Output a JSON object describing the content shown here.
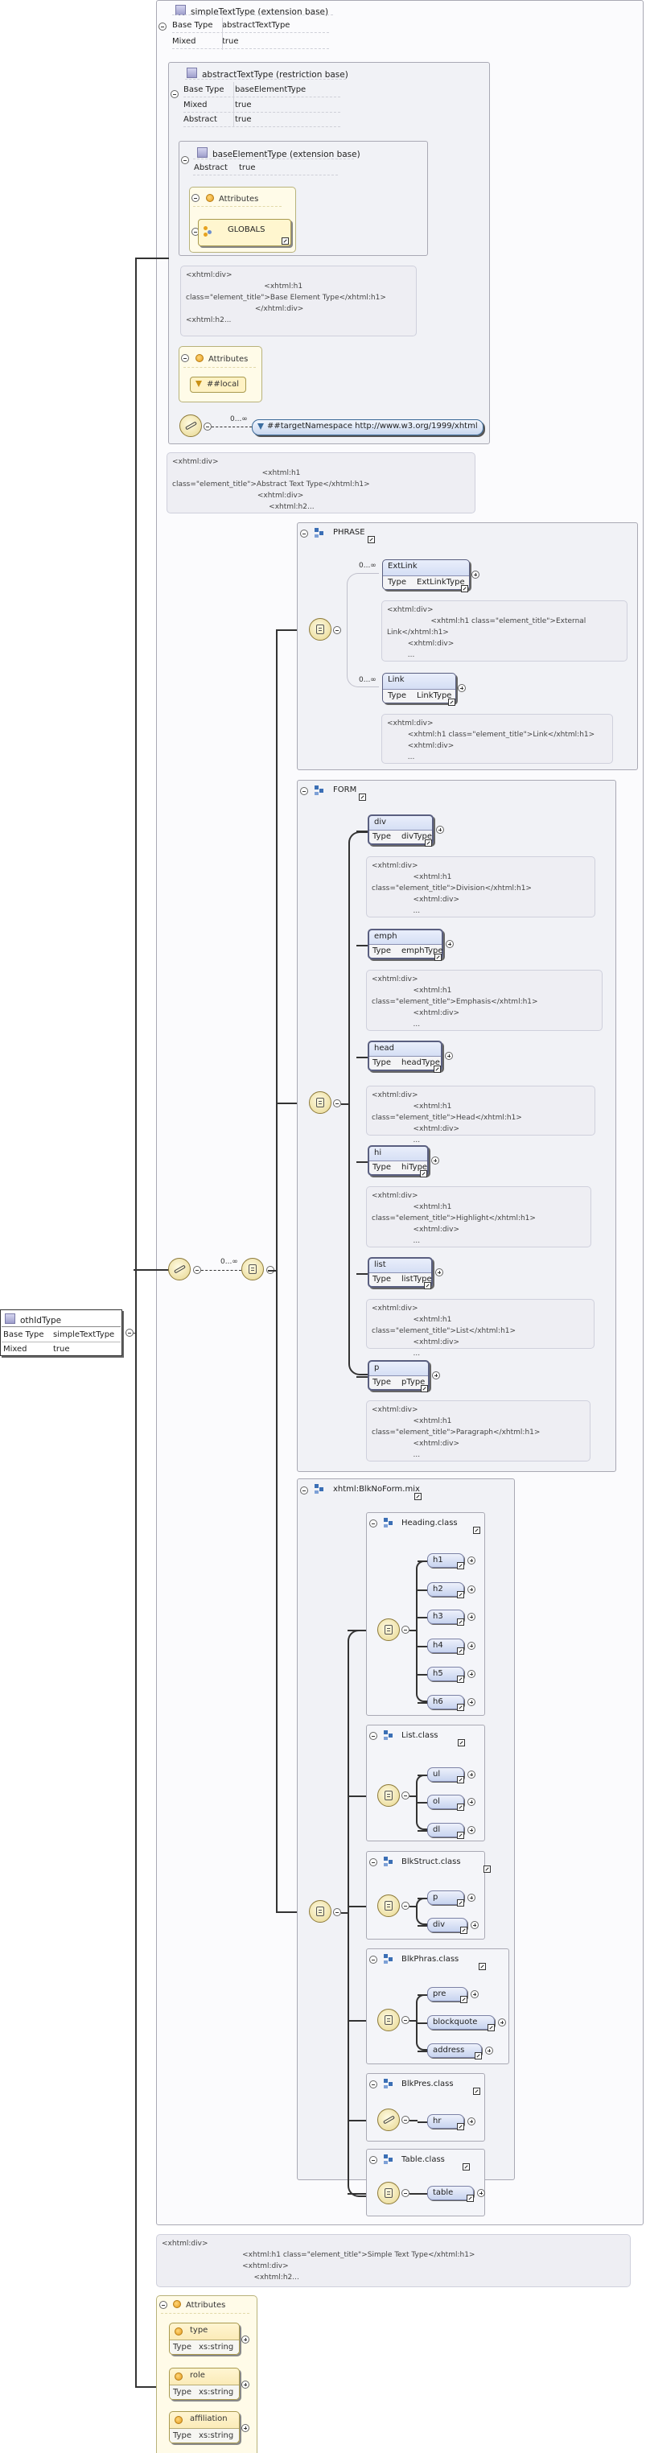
{
  "root": {
    "name": "othIdType",
    "base_type_label": "Base Type",
    "base_type": "simpleTextType",
    "mixed_label": "Mixed",
    "mixed": "true"
  },
  "simpleTextType": {
    "title": "simpleTextType (extension base)",
    "base_type_label": "Base Type",
    "base_type": "abstractTextType",
    "mixed_label": "Mixed",
    "mixed": "true"
  },
  "abstractTextType": {
    "title": "abstractTextType (restriction base)",
    "base_type_label": "Base Type",
    "base_type": "baseElementType",
    "mixed_label": "Mixed",
    "mixed": "true",
    "abstract_label": "Abstract",
    "abstract": "true"
  },
  "baseElementType": {
    "title": "baseElementType (extension base)",
    "abstract_label": "Abstract",
    "abstract": "true",
    "attributes_label": "Attributes",
    "globals": "GLOBALS"
  },
  "docs": {
    "base": "<xhtml:div>\n                                  <xhtml:h1\nclass=\"element_title\">Base Element Type</xhtml:h1>\n                              </xhtml:div>\n<xhtml:h2...",
    "abstract": "<xhtml:div>\n                                       <xhtml:h1\nclass=\"element_title\">Abstract Text Type</xhtml:h1>\n                                     <xhtml:div>\n                                          <xhtml:h2...",
    "extlink": "<xhtml:div>\n                   <xhtml:h1 class=\"element_title\">External\nLink</xhtml:h1>\n         <xhtml:div>\n         ...",
    "link": "<xhtml:div>\n         <xhtml:h1 class=\"element_title\">Link</xhtml:h1>\n         <xhtml:div>\n         ...",
    "div": "<xhtml:div>\n                  <xhtml:h1\nclass=\"element_title\">Division</xhtml:h1>\n                  <xhtml:div>\n                  ...",
    "emph": "<xhtml:div>\n                  <xhtml:h1\nclass=\"element_title\">Emphasis</xhtml:h1>\n                  <xhtml:div>\n                  ...",
    "head": "<xhtml:div>\n                  <xhtml:h1 class=\"element_title\">Head</xhtml:h1>\n                  <xhtml:div>\n                  ...",
    "hi": "<xhtml:div>\n                  <xhtml:h1\nclass=\"element_title\">Highlight</xhtml:h1>\n                  <xhtml:div>\n                  ...",
    "list": "<xhtml:div>\n                  <xhtml:h1 class=\"element_title\">List</xhtml:h1>\n                  <xhtml:div>\n                  ...",
    "p": "<xhtml:div>\n                  <xhtml:h1\nclass=\"element_title\">Paragraph</xhtml:h1>\n                  <xhtml:div>\n                  ...",
    "simple": "<xhtml:div>\n                                   <xhtml:h1 class=\"element_title\">Simple Text Type</xhtml:h1>\n                                   <xhtml:div>\n                                        <xhtml:h2..."
  },
  "local": {
    "attributes_label": "Attributes",
    "local_label": "##local",
    "occurs": "0...∞",
    "namespace": "##targetNamespace http://www.w3.org/1999/xhtml"
  },
  "phrase": {
    "title": "PHRASE",
    "occurs": "0...∞",
    "extlink": {
      "name": "ExtLink",
      "type_label": "Type",
      "type": "ExtLinkType"
    },
    "link": {
      "name": "Link",
      "type_label": "Type",
      "type": "LinkType"
    }
  },
  "choice_occurs": "0...∞",
  "form": {
    "title": "FORM",
    "items": [
      {
        "name": "div",
        "type_label": "Type",
        "type": "divType"
      },
      {
        "name": "emph",
        "type_label": "Type",
        "type": "emphType"
      },
      {
        "name": "head",
        "type_label": "Type",
        "type": "headType"
      },
      {
        "name": "hi",
        "type_label": "Type",
        "type": "hiType"
      },
      {
        "name": "list",
        "type_label": "Type",
        "type": "listType"
      },
      {
        "name": "p",
        "type_label": "Type",
        "type": "pType"
      }
    ]
  },
  "blk": {
    "title": "xhtml:BlkNoForm.mix",
    "heading": {
      "title": "Heading.class",
      "items": [
        "h1",
        "h2",
        "h3",
        "h4",
        "h5",
        "h6"
      ]
    },
    "list": {
      "title": "List.class",
      "items": [
        "ul",
        "ol",
        "dl"
      ]
    },
    "blkstruct": {
      "title": "BlkStruct.class",
      "items": [
        "p",
        "div"
      ]
    },
    "blkphras": {
      "title": "BlkPhras.class",
      "items": [
        "pre",
        "blockquote",
        "address"
      ]
    },
    "blkpres": {
      "title": "BlkPres.class",
      "items": [
        "hr"
      ]
    },
    "table": {
      "title": "Table.class",
      "items": [
        "table"
      ]
    }
  },
  "attributes": {
    "title": "Attributes",
    "items": [
      {
        "name": "type",
        "type_label": "Type",
        "type": "xs:string"
      },
      {
        "name": "role",
        "type_label": "Type",
        "type": "xs:string"
      },
      {
        "name": "affiliation",
        "type_label": "Type",
        "type": "xs:string"
      }
    ]
  }
}
